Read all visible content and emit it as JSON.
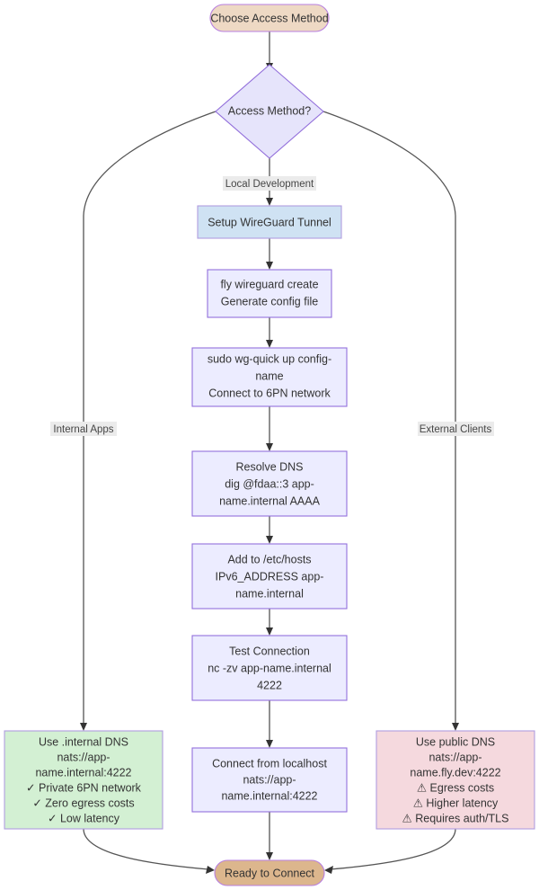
{
  "diagram": {
    "title": "Choose Access Method flowchart",
    "background": "#ffffff",
    "colors": {
      "process_fill": "#ececff",
      "process_stroke": "#9370db",
      "decision_fill": "#e6e4fb",
      "start_fill": "#eed9c4",
      "end_fill": "#dcb68d",
      "highlight_fill": "#cfe2f3",
      "good_fill": "#d3f0d3",
      "warn_fill": "#f5d9de",
      "edge_stroke": "#555555",
      "text": "#333333"
    }
  },
  "nodes": {
    "start": {
      "label": "Choose Access Method",
      "shape": "stadium"
    },
    "decision": {
      "label": "Access Method?",
      "shape": "diamond"
    },
    "setup_tunnel": {
      "label": "Setup WireGuard Tunnel",
      "shape": "rect"
    },
    "wireguard_create": {
      "line1": "fly wireguard create",
      "line2": "Generate config file",
      "shape": "rect"
    },
    "wg_quick": {
      "line1": "sudo wg-quick up config-",
      "line2": "name",
      "line3": "Connect to 6PN network",
      "shape": "rect"
    },
    "resolve_dns": {
      "line1": "Resolve DNS",
      "line2": "dig @fdaa::3 app-",
      "line3": "name.internal AAAA",
      "shape": "rect"
    },
    "etc_hosts": {
      "line1": "Add to /etc/hosts",
      "line2": "IPv6_ADDRESS app-",
      "line3": "name.internal",
      "shape": "rect"
    },
    "test_connection": {
      "line1": "Test Connection",
      "line2": "nc -zv app-name.internal",
      "line3": "4222",
      "shape": "rect"
    },
    "connect_localhost": {
      "line1": "Connect from localhost",
      "line2": "nats://app-",
      "line3": "name.internal:4222",
      "shape": "rect"
    },
    "internal_dns": {
      "line1": "Use .internal DNS",
      "line2": "nats://app-",
      "line3": "name.internal:4222",
      "line4": "✓ Private 6PN network",
      "line5": "✓ Zero egress costs",
      "line6": "✓ Low latency",
      "shape": "rect"
    },
    "public_dns": {
      "line1": "Use public DNS",
      "line2": "nats://app-",
      "line3": "name.fly.dev:4222",
      "line4": "⚠ Egress costs",
      "line5": "⚠ Higher latency",
      "line6": "⚠ Requires auth/TLS",
      "shape": "rect"
    },
    "end": {
      "label": "Ready to Connect",
      "shape": "stadium"
    }
  },
  "edge_labels": {
    "internal_apps": "Internal Apps",
    "local_development": "Local Development",
    "external_clients": "External Clients"
  }
}
